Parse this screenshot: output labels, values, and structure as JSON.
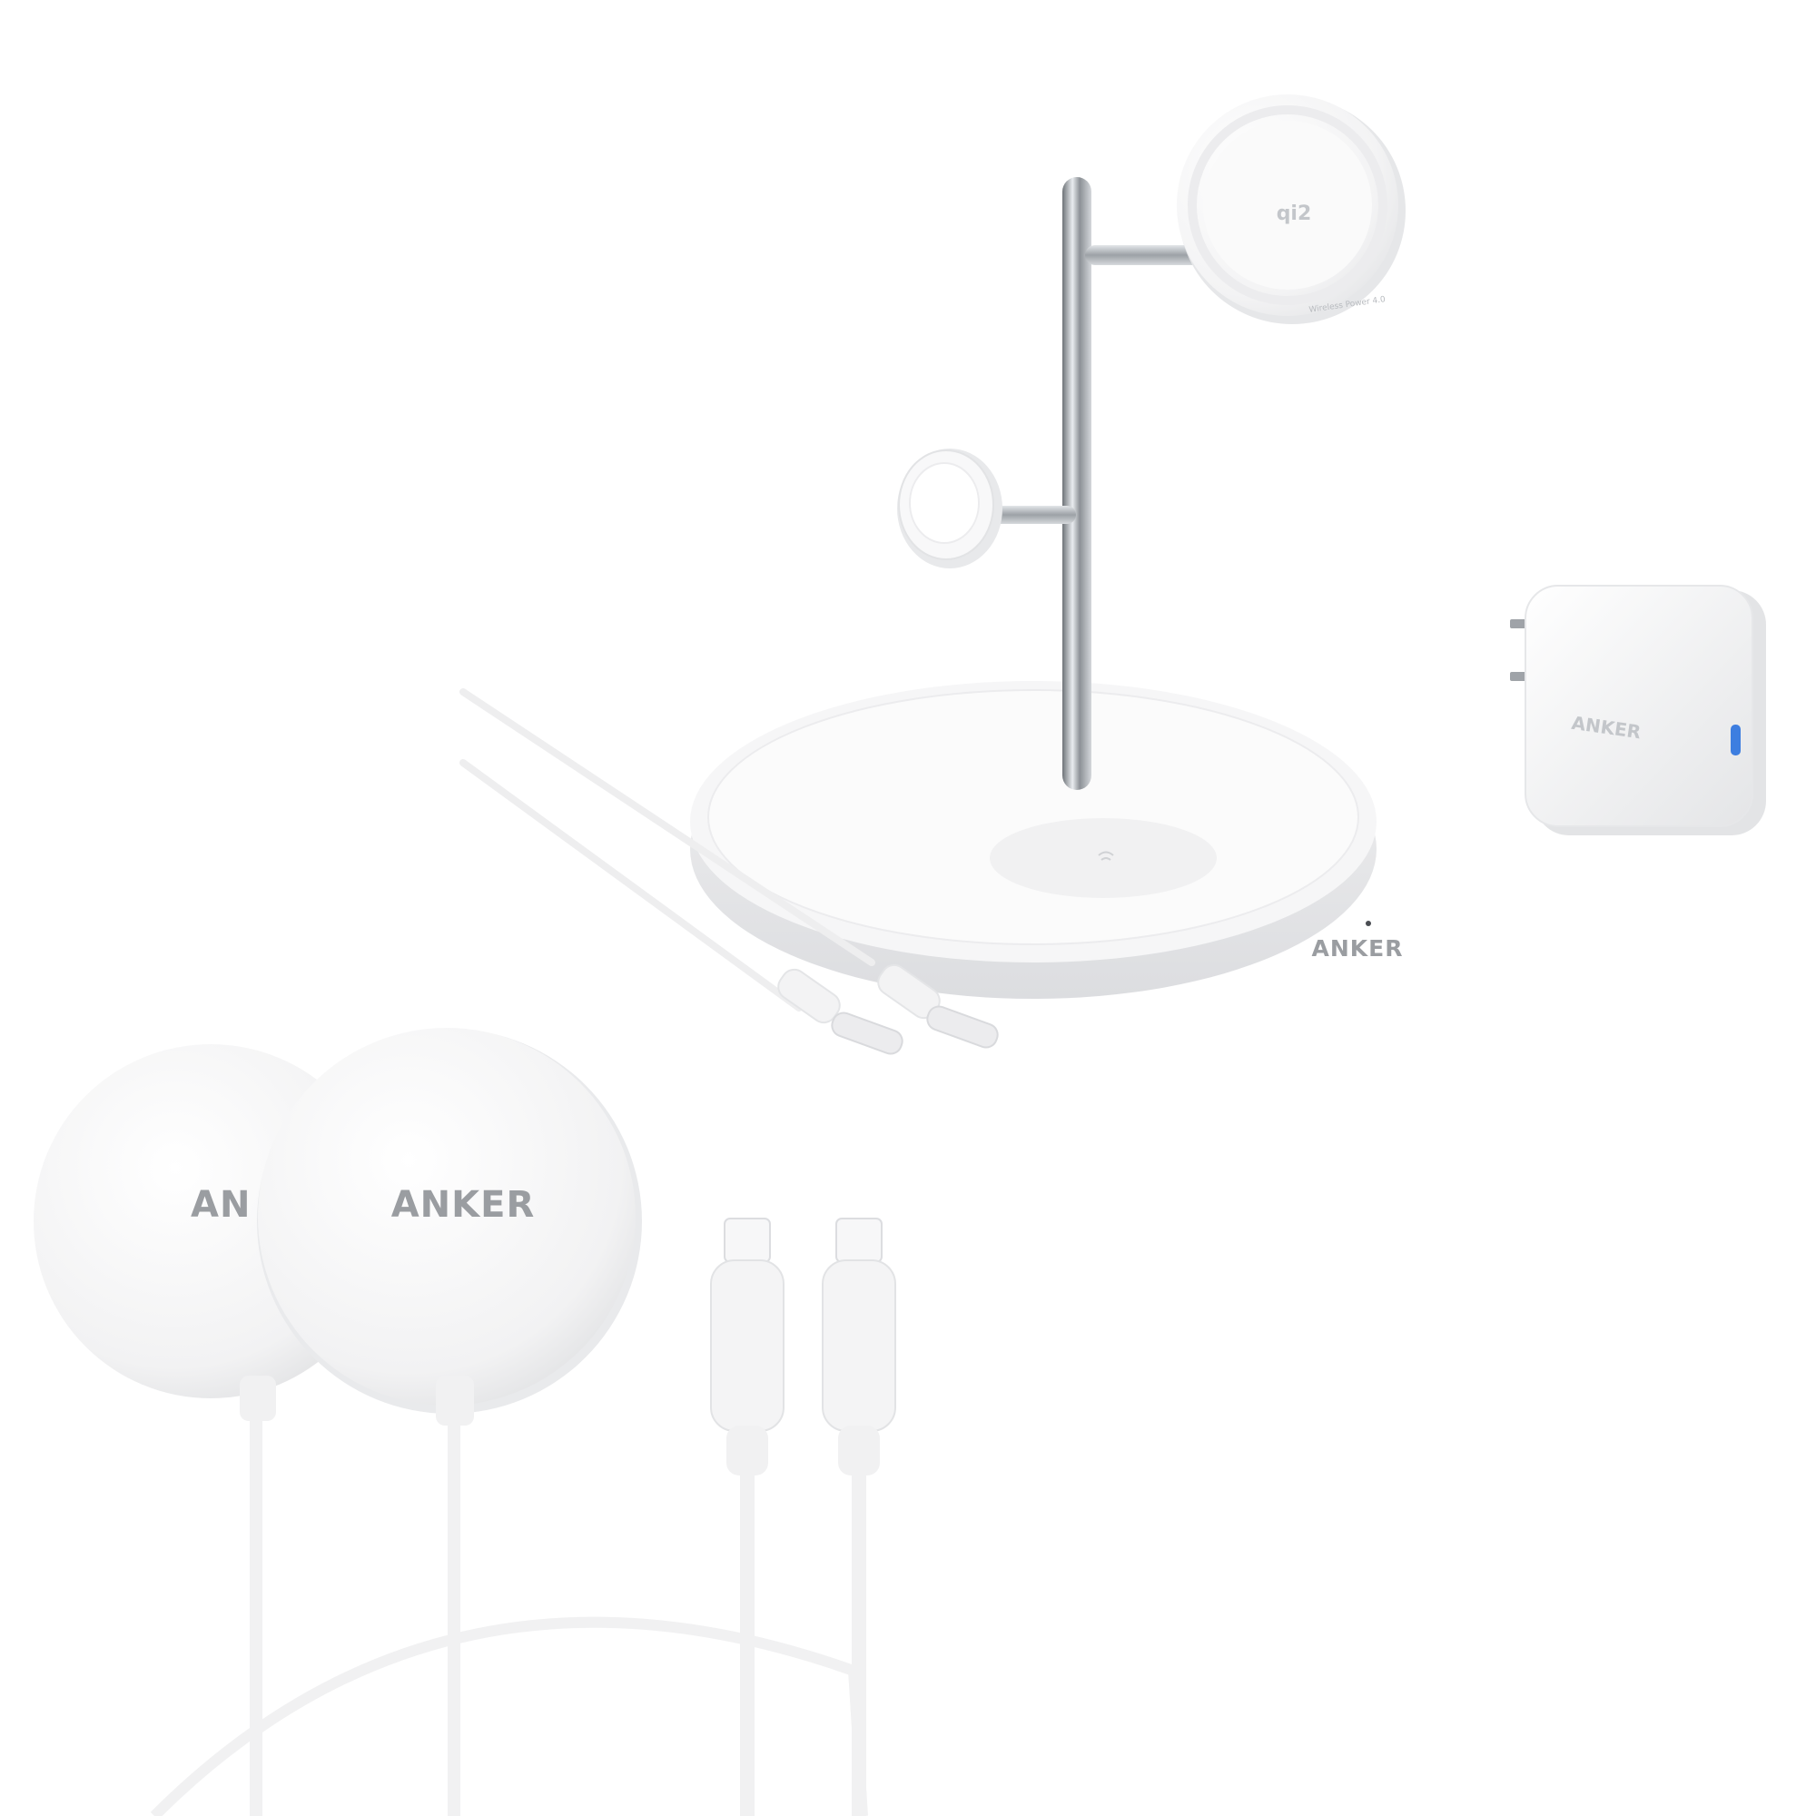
{
  "products": {
    "stand_brand": "ANKER",
    "stand_pad_print": "Wireless Power 4.0",
    "stand_qi_mark": "qi2",
    "adapter_brand": "ANKER",
    "pad_left_brand": "AN",
    "pad_right_brand": "ANKER"
  },
  "colors": {
    "background": "#ffffff",
    "plastic_white": "#f4f4f5",
    "metal": "#b9bdc2"
  }
}
